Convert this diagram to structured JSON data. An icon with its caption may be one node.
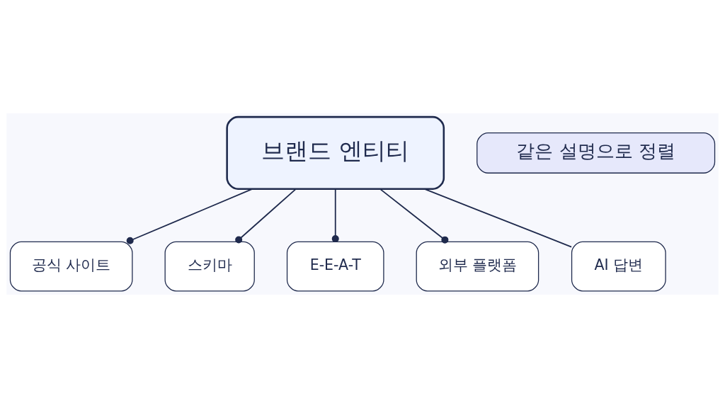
{
  "diagram": {
    "nodes": [
      {
        "text": [
          "공식 사이트"
        ]
      },
      {
        "text": [
          "스키마"
        ]
      },
      {
        "text": [
          "브랜드 엔티티"
        ]
      },
      {
        "text": [
          "E-E-A-T"
        ]
      },
      {
        "text": [
          "외부 플랫폼"
        ]
      },
      {
        "text": [
          "AI 답변"
        ]
      },
      {
        "text": [
          "같은 설명으로 정렬"
        ]
      }
    ],
    "edges": [
      {
        "from": 2,
        "to": 0,
        "arrow": "other"
      },
      {
        "from": 2,
        "to": 1,
        "arrow": "other"
      },
      {
        "from": 2,
        "to": 3,
        "arrow": "other"
      },
      {
        "from": 2,
        "to": 4,
        "arrow": "other"
      },
      {
        "from": 2,
        "to": 5,
        "arrow": "none"
      }
    ]
  }
}
